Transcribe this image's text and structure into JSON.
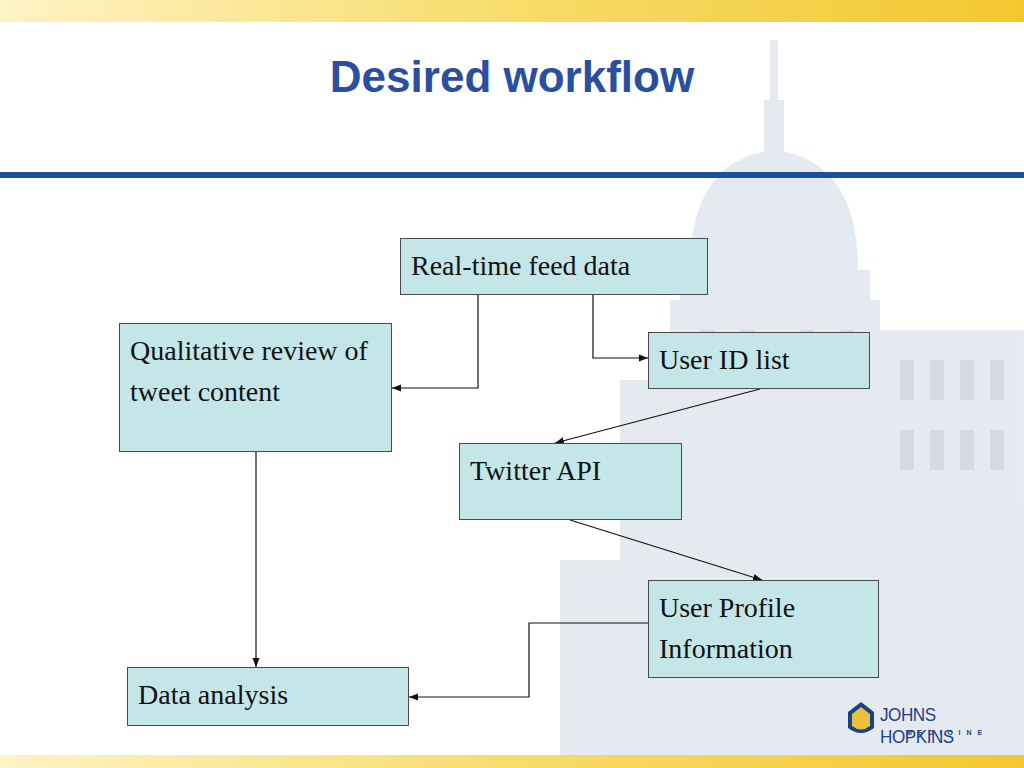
{
  "diagram": {
    "title": "Desired workflow",
    "nodes": [
      {
        "text": [
          "Real-time feed data"
        ]
      },
      {
        "text": [
          "Qualitative review of tweet content"
        ]
      },
      {
        "text": [
          "User ID list"
        ]
      },
      {
        "text": [
          "Twitter API"
        ]
      },
      {
        "text": [
          "User Profile Information"
        ]
      },
      {
        "text": [
          "Data analysis"
        ]
      }
    ],
    "edges": [
      {
        "from": 0,
        "to": 1,
        "arrow": "to"
      },
      {
        "from": 0,
        "to": 2,
        "arrow": "to"
      },
      {
        "from": 2,
        "to": 3,
        "arrow": "to"
      },
      {
        "from": 3,
        "to": 4,
        "arrow": "to"
      },
      {
        "from": 1,
        "to": 5,
        "arrow": "to"
      },
      {
        "from": 4,
        "to": 5,
        "arrow": "to"
      }
    ],
    "labels": [
      "JOHNS HOPKINS",
      "MEDICINE"
    ]
  }
}
